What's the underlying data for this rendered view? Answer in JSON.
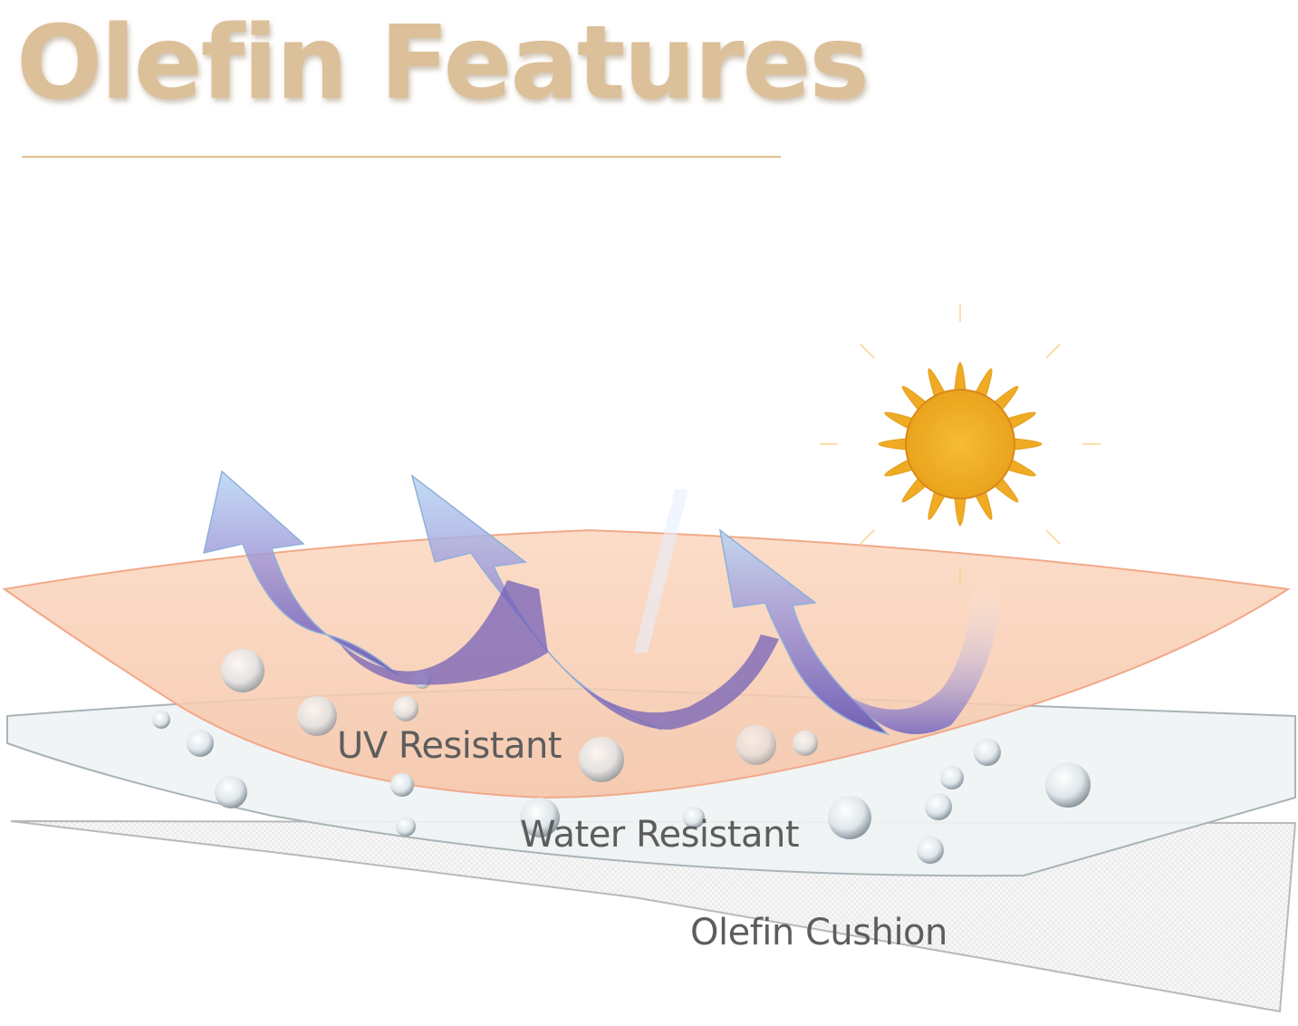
{
  "title": "Olefin Features",
  "layers": {
    "uv": "UV Resistant",
    "water": "Water Resistant",
    "cushion": "Olefin Cushion"
  },
  "icons": [
    "sun-icon",
    "uv-arrow-icon",
    "water-droplet-icon"
  ],
  "colors": {
    "title": "#dcc09a",
    "divider": "#dfc08e",
    "uv_layer": "#f7c9ad",
    "arrows": "#7462b8",
    "sun": "#f2b02c",
    "label": "#5d5d5d"
  }
}
